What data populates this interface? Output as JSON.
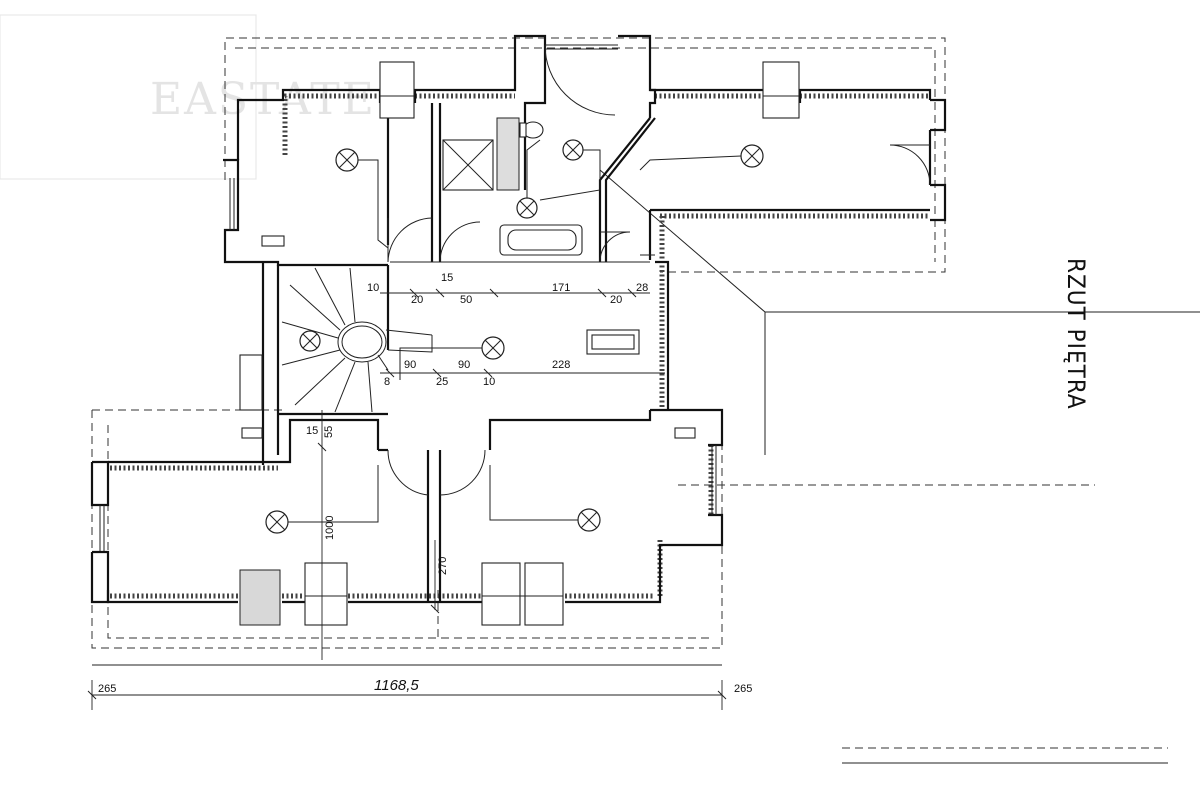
{
  "watermark": "EASTATE",
  "plan_title": "RZUT PIĘTRA",
  "dimensions": {
    "total_width": "1168,5",
    "left_offset": "265",
    "right_offset": "265",
    "d10": "10",
    "d15": "15",
    "d20a": "20",
    "d50": "50",
    "d171": "171",
    "d20b": "20",
    "d28": "28",
    "d90a": "90",
    "d90b": "90",
    "d228": "228",
    "d8": "8",
    "d25": "25",
    "d10b": "10",
    "d15b": "15",
    "d55": "55",
    "d1000": "1000",
    "d270": "270"
  },
  "colors": {
    "line": "#111111",
    "watermark": "#e4e4e4"
  }
}
